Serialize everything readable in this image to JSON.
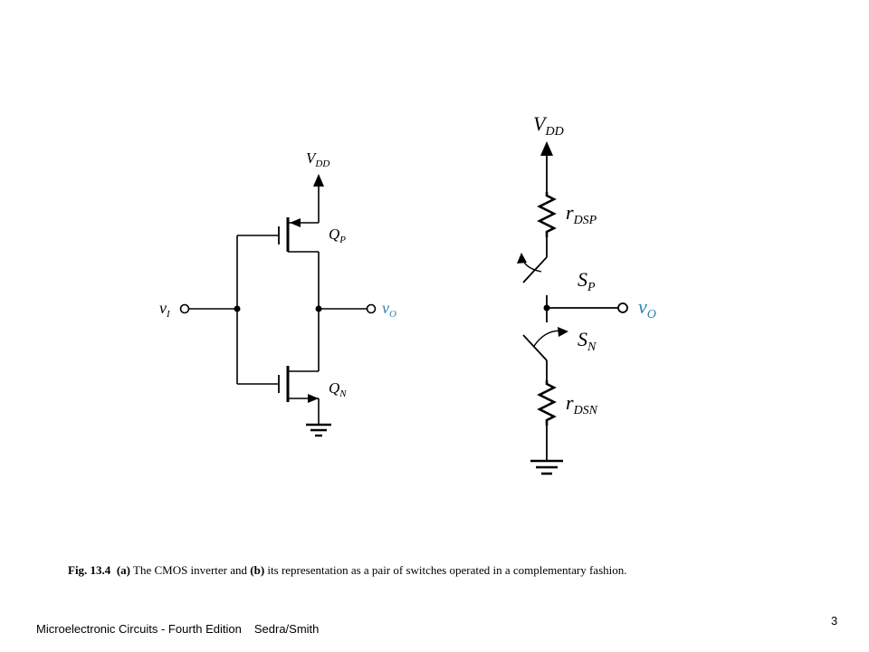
{
  "figure_a": {
    "vdd_main": "V",
    "vdd_sub": "DD",
    "qp_main": "Q",
    "qp_sub": "P",
    "qn_main": "Q",
    "qn_sub": "N",
    "vi_main": "v",
    "vi_sub": "I",
    "vo_main": "v",
    "vo_sub": "O"
  },
  "figure_b": {
    "vdd_main": "V",
    "vdd_sub": "DD",
    "rdsp_main": "r",
    "rdsp_sub": "DSP",
    "sp_main": "S",
    "sp_sub": "P",
    "sn_main": "S",
    "sn_sub": "N",
    "rdsn_main": "r",
    "rdsn_sub": "DSN",
    "vo_main": "v",
    "vo_sub": "O"
  },
  "caption": {
    "fig_label": "Fig. 13.4",
    "part_a": "(a)",
    "text_a": "The CMOS inverter and",
    "part_b": "(b)",
    "text_b": "its representation as a pair of switches operated in a complementary fashion."
  },
  "footer": {
    "book": "Microelectronic Circuits - Fourth Edition",
    "authors": "Sedra/Smith",
    "page_number": "3"
  },
  "colors": {
    "output_label": "#2e7fb0",
    "wire": "#000000"
  }
}
